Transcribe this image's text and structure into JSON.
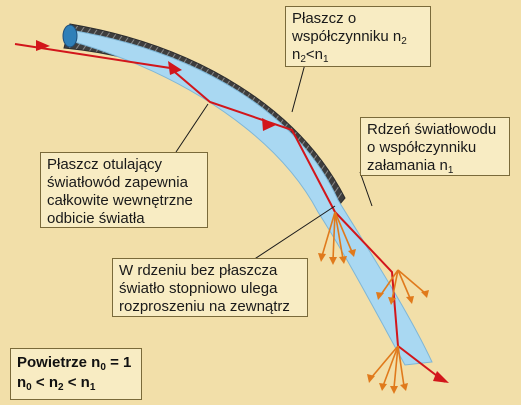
{
  "callouts": {
    "cladding_index": {
      "line1": "Płaszcz o",
      "line2_text": "współczynniku n",
      "line2_sub": "2",
      "line3_a": "n",
      "line3_sub_a": "2",
      "line3_mid": "<n",
      "line3_sub_b": "1"
    },
    "cladding_reflection": {
      "line1": "Płaszcz otulający",
      "line2": "światłowód zapewnia",
      "line3": "całkowite wewnętrzne",
      "line4": "odbicie światła"
    },
    "core_index": {
      "line1": "Rdzeń światłowodu",
      "line2": "o współczynniku",
      "line3_text": "załamania n",
      "line3_sub": "1"
    },
    "no_cladding": {
      "line1": "W rdzeniu bez płaszcza",
      "line2": "światło stopniowo ulega",
      "line3": "rozproszeniu na zewnątrz"
    }
  },
  "medium_box": {
    "line1_text": "Powietrze n",
    "line1_sub": "0",
    "line1_rest": " = 1",
    "line2_a": "n",
    "line2_sub_a": "0",
    "line2_mid": " < n",
    "line2_sub_b": "2",
    "line2_mid2": " < n",
    "line2_sub_c": "1"
  },
  "colors": {
    "background": "#f2dfa9",
    "core": "#a9d8f2",
    "cladding": "#4a4a4a",
    "ray": "#d2161b",
    "scatter": "#e07a1c",
    "box_fill": "#f8ecc3"
  }
}
